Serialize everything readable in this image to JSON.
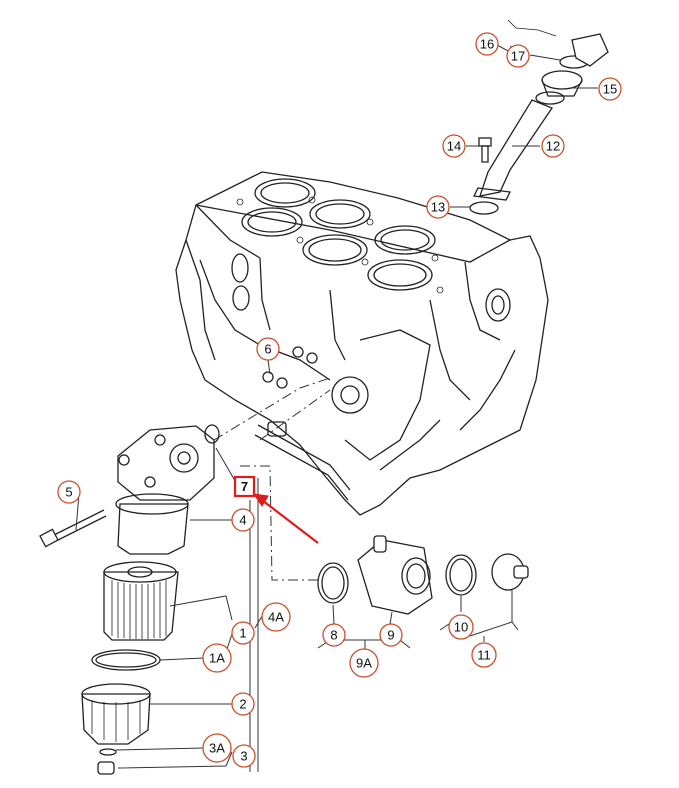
{
  "callouts": {
    "c16": "16",
    "c17": "17",
    "c15": "15",
    "c12": "12",
    "c14": "14",
    "c13": "13",
    "c6": "6",
    "c5": "5",
    "c7": "7",
    "c4": "4",
    "c4a": "4A",
    "c1": "1",
    "c1a": "1A",
    "c2": "2",
    "c3a": "3A",
    "c3": "3",
    "c8": "8",
    "c9": "9",
    "c9a": "9A",
    "c10": "10",
    "c11": "11"
  },
  "highlight": {
    "color": "#e01b1b",
    "target": "7"
  },
  "callout_color": "#c8502a"
}
